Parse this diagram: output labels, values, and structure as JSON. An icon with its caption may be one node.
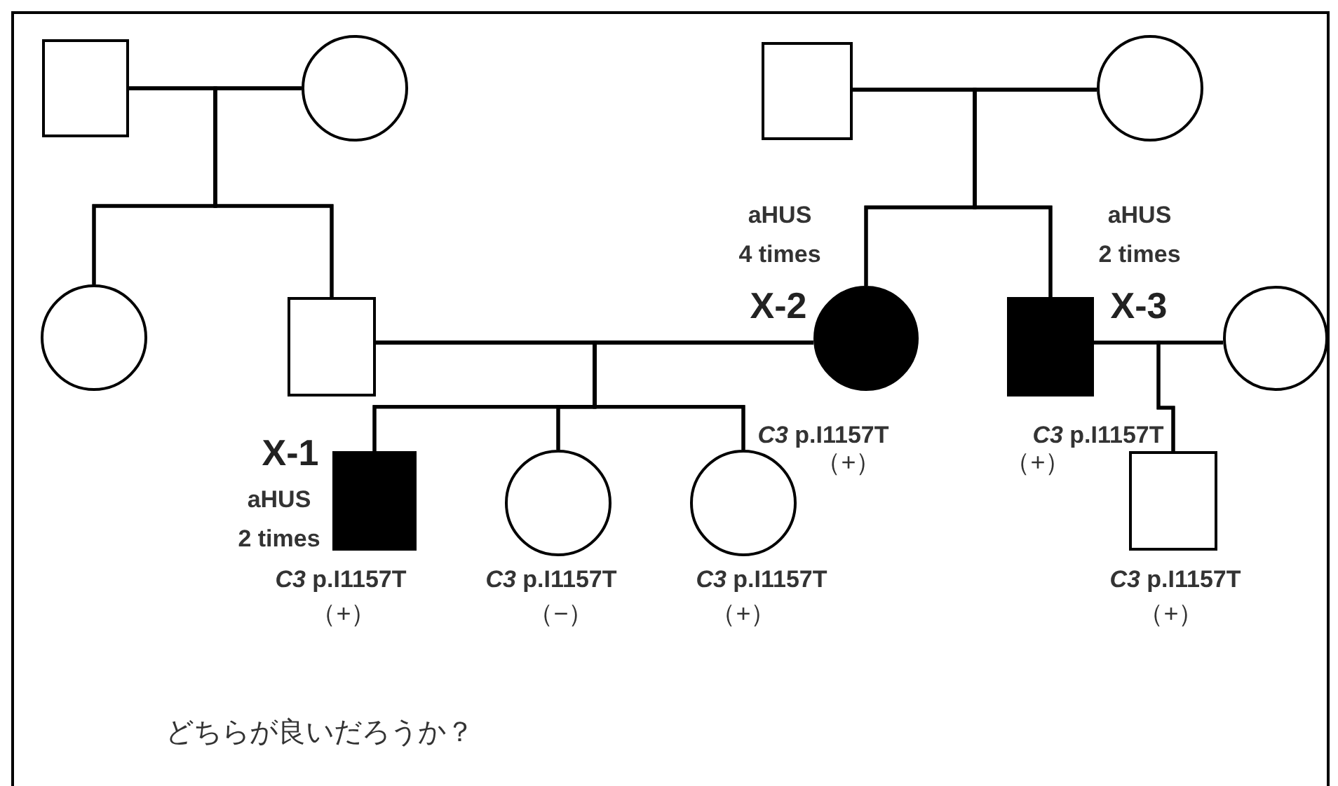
{
  "diagram": {
    "nodes": [
      {
        "text": [],
        "shape": "box"
      },
      {
        "text": [],
        "shape": "circle"
      },
      {
        "text": [],
        "shape": "box"
      },
      {
        "text": [],
        "shape": "circle"
      },
      {
        "text": [],
        "shape": "circle"
      },
      {
        "text": [],
        "shape": "box"
      },
      {
        "text": [],
        "shape": "filled-circle",
        "beside": [
          "aHUS 4 times",
          "X-2",
          "*C3* p.I1157T",
          "（+）"
        ]
      },
      {
        "text": [],
        "shape": "filled-box",
        "beside": [
          "aHUS 2 times",
          "X-3",
          "*C3* p.I1157T",
          "（+）"
        ]
      },
      {
        "text": [],
        "shape": "circle"
      },
      {
        "text": [],
        "shape": "filled-box",
        "beside": [
          "X-1",
          "aHUS 2 times",
          "*C3* p.I1157T",
          "（+）"
        ]
      },
      {
        "text": [],
        "shape": "circle",
        "beside": [
          "*C3* p.I1157T",
          "（−）"
        ]
      },
      {
        "text": [],
        "shape": "circle",
        "beside": [
          "*C3* p.I1157T",
          "（+）"
        ]
      },
      {
        "text": [],
        "shape": "box",
        "beside": [
          "*C3* p.I1157T",
          "（+）"
        ]
      }
    ],
    "edges": [
      {
        "from": 0,
        "to": 1,
        "arrow": "none"
      },
      {
        "from": 2,
        "to": 3,
        "arrow": "none"
      },
      {
        "from": 5,
        "to": 6,
        "arrow": "none"
      },
      {
        "from": 7,
        "to": 8,
        "arrow": "none"
      },
      {
        "from": 0,
        "to": 4,
        "arrow": "none"
      },
      {
        "from": 1,
        "to": 4,
        "arrow": "none"
      },
      {
        "from": 0,
        "to": 5,
        "arrow": "none"
      },
      {
        "from": 1,
        "to": 5,
        "arrow": "none"
      },
      {
        "from": 2,
        "to": 6,
        "arrow": "none"
      },
      {
        "from": 3,
        "to": 6,
        "arrow": "none"
      },
      {
        "from": 2,
        "to": 7,
        "arrow": "none"
      },
      {
        "from": 3,
        "to": 7,
        "arrow": "none"
      },
      {
        "from": 5,
        "to": 9,
        "arrow": "none"
      },
      {
        "from": 6,
        "to": 9,
        "arrow": "none"
      },
      {
        "from": 5,
        "to": 10,
        "arrow": "none"
      },
      {
        "from": 6,
        "to": 10,
        "arrow": "none"
      },
      {
        "from": 5,
        "to": 11,
        "arrow": "none"
      },
      {
        "from": 6,
        "to": 11,
        "arrow": "none"
      },
      {
        "from": 7,
        "to": 12,
        "arrow": "none"
      },
      {
        "from": 8,
        "to": 12,
        "arrow": "none"
      }
    ],
    "labels": [
      "どちらが良いだろうか？"
    ]
  }
}
